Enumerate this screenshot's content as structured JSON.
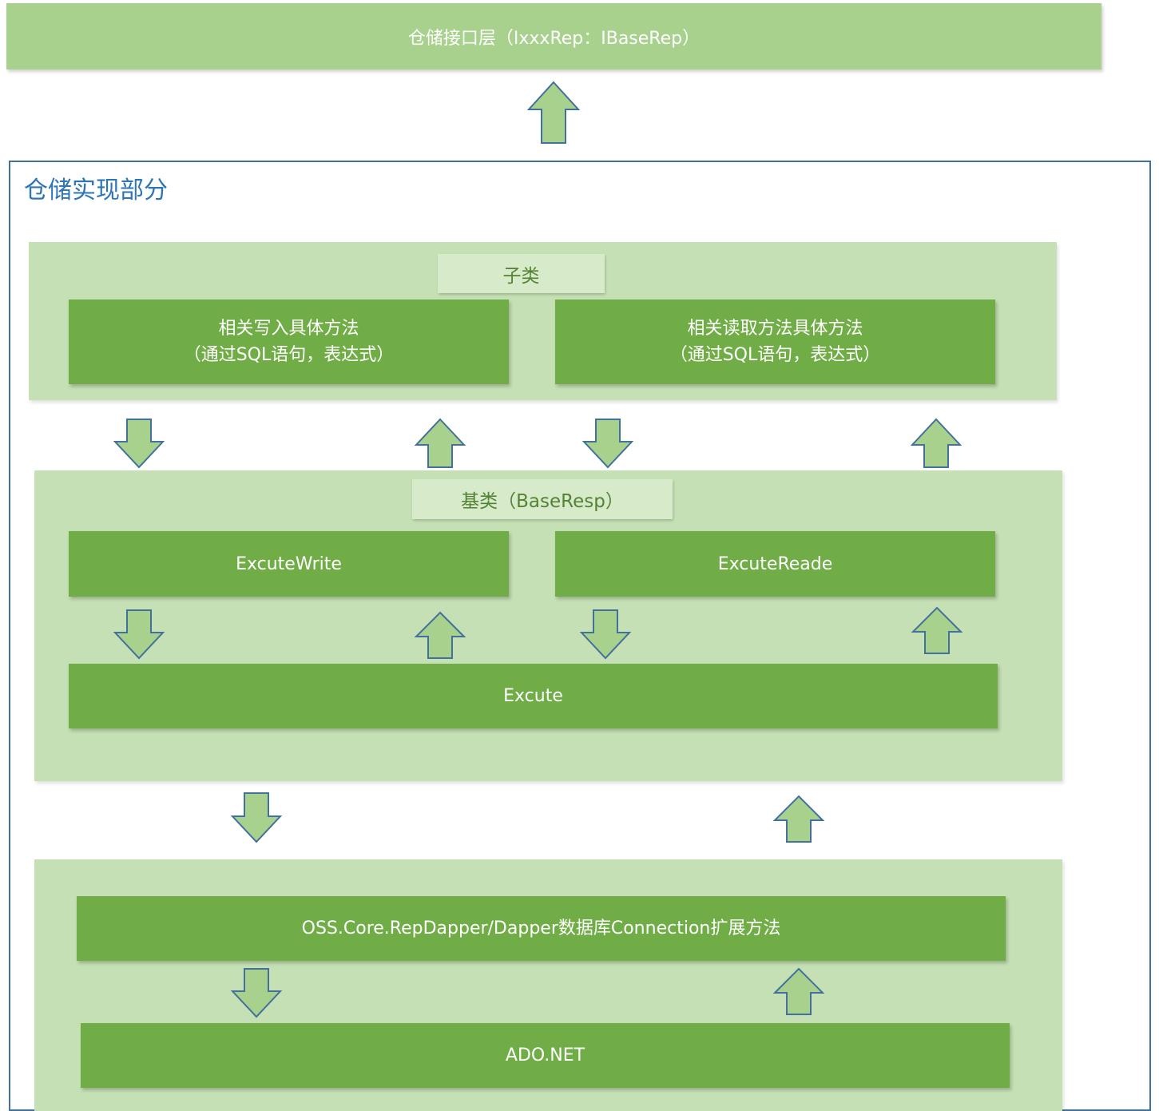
{
  "interface_layer": {
    "label": "仓储接口层（IxxxRep：IBaseRep）"
  },
  "implementation": {
    "title": "仓储实现部分",
    "subclass_group": {
      "label": "子类",
      "write_box": {
        "line1": "相关写入具体方法",
        "line2": "（通过SQL语句，表达式）"
      },
      "read_box": {
        "line1": "相关读取方法具体方法",
        "line2": "（通过SQL语句，表达式）"
      }
    },
    "base_group": {
      "label": "基类（BaseResp）",
      "write_box": "ExcuteWrite",
      "read_box": "ExcuteReade",
      "execute_box": "Excute"
    },
    "data_group": {
      "dapper_box": "OSS.Core.RepDapper/Dapper数据库Connection扩展方法",
      "ado_box": "ADO.NET"
    }
  },
  "colors": {
    "light_green": "#a9d18e",
    "group_green": "#c5e0b4",
    "box_green": "#70ad47",
    "frame_blue": "#41719c",
    "title_blue": "#2e75b6",
    "label_green": "#548235"
  }
}
